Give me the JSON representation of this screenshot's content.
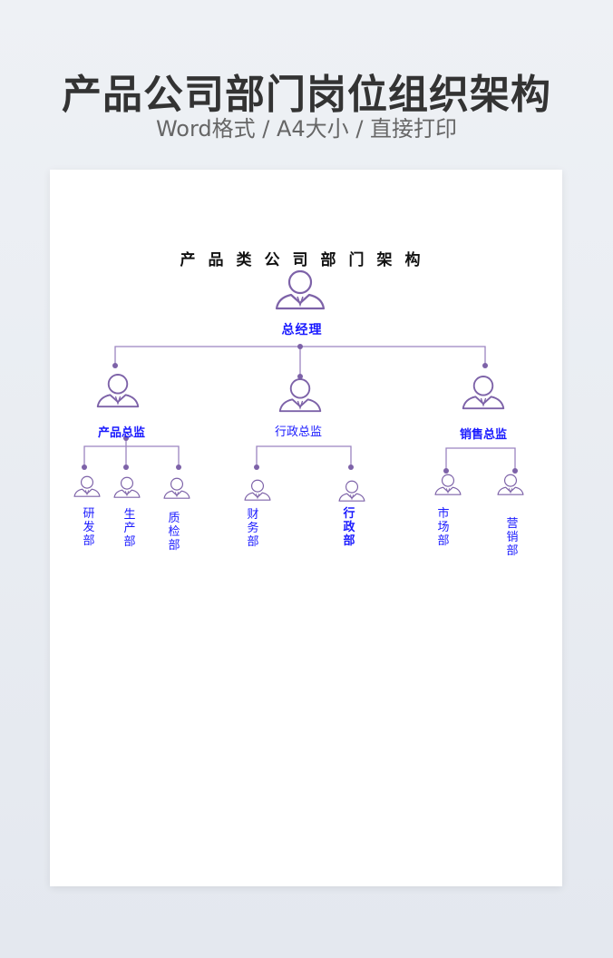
{
  "header": {
    "title": "产品公司部门岗位组织架构",
    "subtitle": "Word格式 / A4大小 / 直接打印"
  },
  "document": {
    "title": "产品类公司部门架构",
    "line_color": "#8a6fb0",
    "text_color": "#1a1aff",
    "ceo": "总经理",
    "directors": [
      "产品总监",
      "行政总监",
      "销售总监"
    ],
    "departments": {
      "product": [
        "研发部",
        "生产部",
        "质检部"
      ],
      "admin": [
        "财务部",
        "行政部"
      ],
      "sales": [
        "市场部",
        "营销部"
      ]
    }
  }
}
